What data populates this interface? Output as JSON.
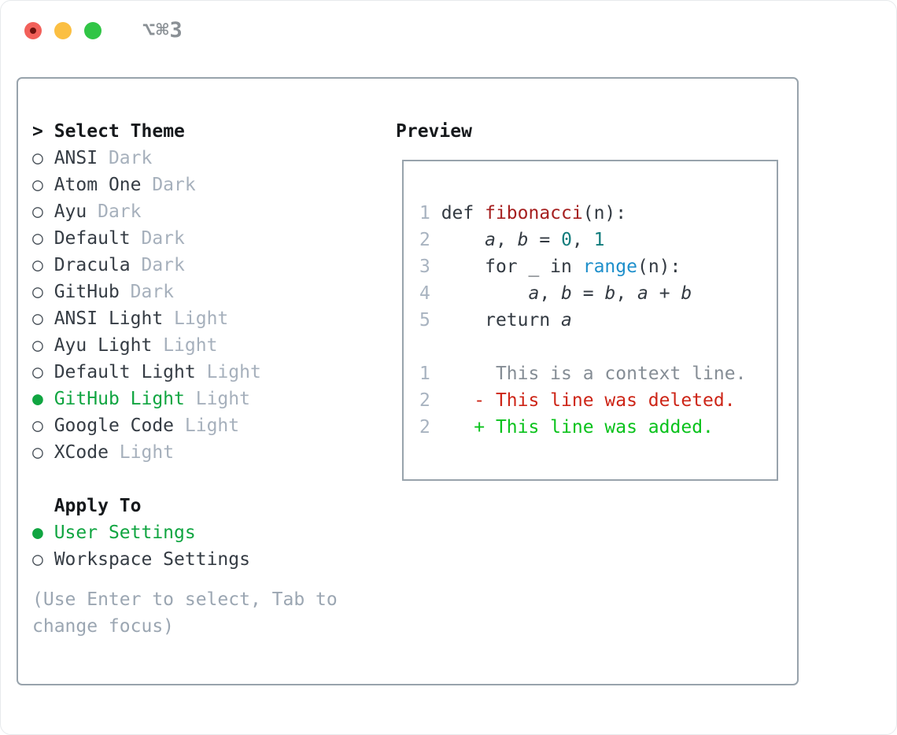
{
  "colors": {
    "title_gray": "#8a9095",
    "light_red": "#f2605a",
    "light_yellow": "#fbbf42",
    "light_green": "#31c546",
    "border_gray": "#98a3ac",
    "header_black": "#16191c",
    "label_dark": "#353c44",
    "variant_gray": "#a6b0bc",
    "accent_green": "#10a541",
    "hint_gray": "#9ba6b2",
    "line_number_gray": "#a8b3c0",
    "code_text": "#333a42",
    "function_red": "#a51f1f",
    "number_teal": "#127c7c",
    "builtin_blue": "#1e8fcb",
    "context_gray": "#858d95",
    "deleted_red": "#cd2517",
    "added_green": "#09c21b"
  },
  "window": {
    "title": "⌥⌘3"
  },
  "theme_menu": {
    "header_prefix": ">",
    "header": "Select Theme",
    "items": [
      {
        "label": "ANSI",
        "variant": "Dark",
        "selected": false
      },
      {
        "label": "Atom One",
        "variant": "Dark",
        "selected": false
      },
      {
        "label": "Ayu",
        "variant": "Dark",
        "selected": false
      },
      {
        "label": "Default",
        "variant": "Dark",
        "selected": false
      },
      {
        "label": "Dracula",
        "variant": "Dark",
        "selected": false
      },
      {
        "label": "GitHub",
        "variant": "Dark",
        "selected": false
      },
      {
        "label": "ANSI Light",
        "variant": "Light",
        "selected": false
      },
      {
        "label": "Ayu Light",
        "variant": "Light",
        "selected": false
      },
      {
        "label": "Default Light",
        "variant": "Light",
        "selected": false
      },
      {
        "label": "GitHub Light",
        "variant": "Light",
        "selected": true
      },
      {
        "label": "Google Code",
        "variant": "Light",
        "selected": false
      },
      {
        "label": "XCode",
        "variant": "Light",
        "selected": false
      }
    ],
    "radio_unselected_glyph": "○",
    "radio_selected_glyph": "●"
  },
  "apply_to": {
    "header": "Apply To",
    "options": [
      {
        "label": "User Settings",
        "selected": true
      },
      {
        "label": "Workspace Settings",
        "selected": false
      }
    ]
  },
  "hint": "(Use Enter to select, Tab to change focus)",
  "preview": {
    "header": "Preview",
    "lines": [
      {
        "num": "1",
        "segments": [
          {
            "t": "def ",
            "c": "code"
          },
          {
            "t": "fibonacci",
            "c": "func"
          },
          {
            "t": "(n):",
            "c": "code"
          }
        ]
      },
      {
        "num": "2",
        "segments": [
          {
            "t": "    ",
            "c": "code"
          },
          {
            "t": "a",
            "c": "var"
          },
          {
            "t": ", ",
            "c": "code"
          },
          {
            "t": "b",
            "c": "var"
          },
          {
            "t": " = ",
            "c": "code"
          },
          {
            "t": "0",
            "c": "num"
          },
          {
            "t": ", ",
            "c": "code"
          },
          {
            "t": "1",
            "c": "num"
          }
        ]
      },
      {
        "num": "3",
        "segments": [
          {
            "t": "    for _ in ",
            "c": "code"
          },
          {
            "t": "range",
            "c": "builtin"
          },
          {
            "t": "(n):",
            "c": "code"
          }
        ]
      },
      {
        "num": "4",
        "segments": [
          {
            "t": "        ",
            "c": "code"
          },
          {
            "t": "a",
            "c": "var"
          },
          {
            "t": ", ",
            "c": "code"
          },
          {
            "t": "b",
            "c": "var"
          },
          {
            "t": " = ",
            "c": "code"
          },
          {
            "t": "b",
            "c": "var"
          },
          {
            "t": ", ",
            "c": "code"
          },
          {
            "t": "a",
            "c": "var"
          },
          {
            "t": " + ",
            "c": "code"
          },
          {
            "t": "b",
            "c": "var"
          }
        ]
      },
      {
        "num": "5",
        "segments": [
          {
            "t": "    return ",
            "c": "code"
          },
          {
            "t": "a",
            "c": "var"
          }
        ]
      },
      {
        "num": "",
        "segments": []
      },
      {
        "num": "1",
        "segments": [
          {
            "t": "     This is a context line.",
            "c": "ctx"
          }
        ]
      },
      {
        "num": "2",
        "segments": [
          {
            "t": "   ",
            "c": "code"
          },
          {
            "t": "- This line was deleted.",
            "c": "del"
          }
        ]
      },
      {
        "num": "2",
        "segments": [
          {
            "t": "   ",
            "c": "code"
          },
          {
            "t": "+ This line was added.",
            "c": "add"
          }
        ]
      }
    ]
  }
}
